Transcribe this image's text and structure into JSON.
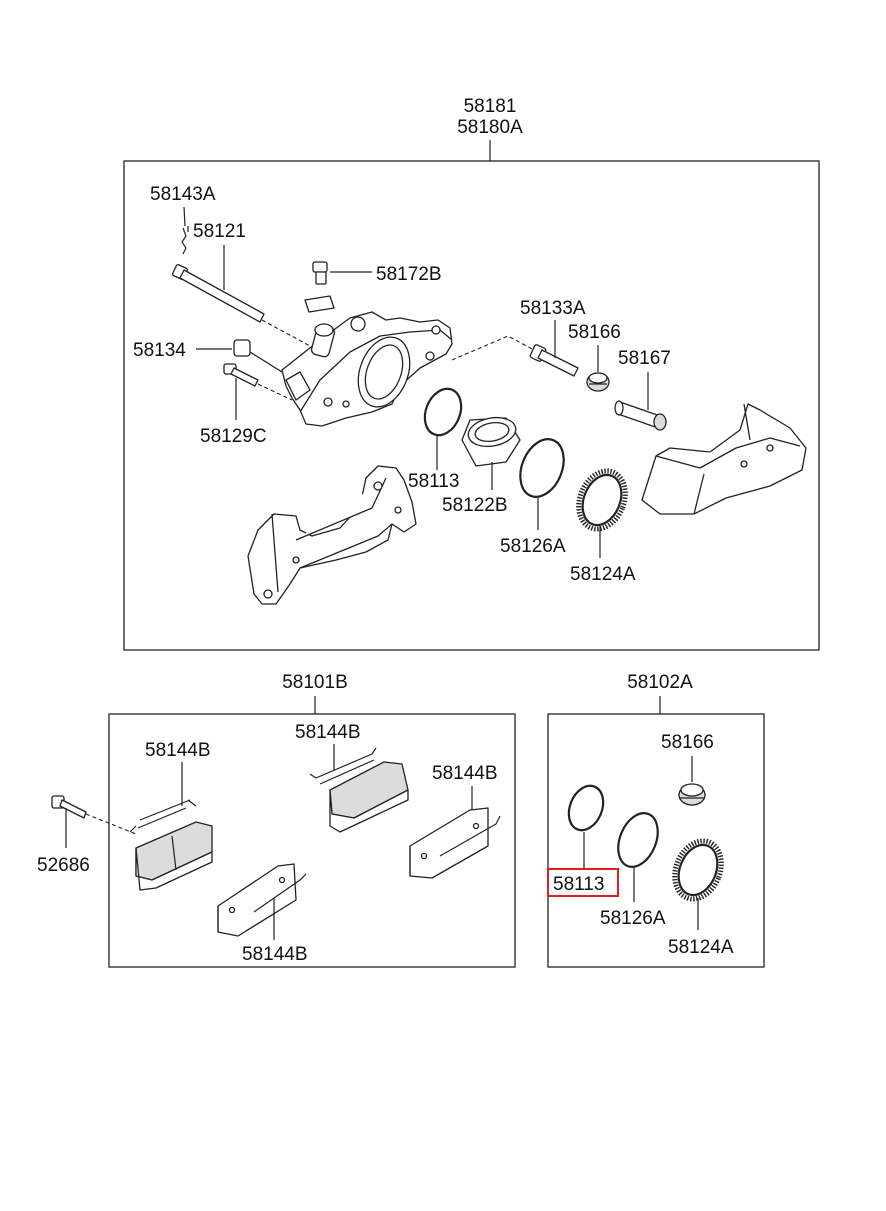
{
  "assembly": {
    "label_1": "58181",
    "label_2": "58180A"
  },
  "caliper_parts": {
    "p58143A": "58143A",
    "p58121": "58121",
    "p58172B": "58172B",
    "p58133A": "58133A",
    "p58166": "58166",
    "p58167": "58167",
    "p58134": "58134",
    "p58129C": "58129C",
    "p58113": "58113",
    "p58122B": "58122B",
    "p58126A": "58126A",
    "p58124A": "58124A"
  },
  "pad_kit": {
    "label": "58101B",
    "clip_1": "58144B",
    "clip_2": "58144B",
    "clip_3": "58144B",
    "clip_4": "58144B",
    "bolt": "52686"
  },
  "seal_kit": {
    "label": "58102A",
    "p58166": "58166",
    "p58113": "58113",
    "p58126A": "58126A",
    "p58124A": "58124A"
  },
  "colors": {
    "line": "#222222",
    "highlight": "#e02020"
  }
}
